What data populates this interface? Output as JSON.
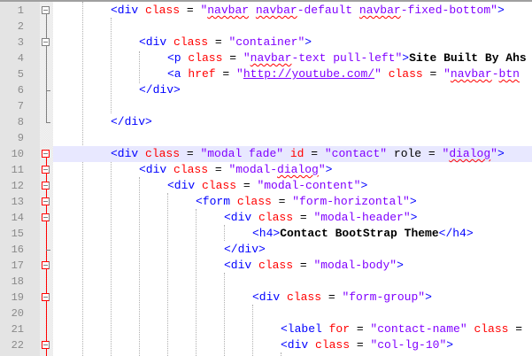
{
  "editor": {
    "current_line": 10,
    "colors": {
      "tag": "#0000ff",
      "attribute": "#ff0000",
      "string": "#8000ff",
      "text": "#000000",
      "current_line_bg": "#e8e8ff",
      "gutter_bg": "#e4e4e4",
      "fold_active": "#ff0000",
      "fold_inactive": "#808080"
    },
    "lines": [
      {
        "n": "1",
        "indent": 2,
        "fold": "open"
      },
      {
        "n": "2",
        "indent": 0,
        "fold": "line"
      },
      {
        "n": "3",
        "indent": 3,
        "fold": "open"
      },
      {
        "n": "4",
        "indent": 4,
        "fold": "line"
      },
      {
        "n": "5",
        "indent": 4,
        "fold": "line"
      },
      {
        "n": "6",
        "indent": 3,
        "fold": "end"
      },
      {
        "n": "7",
        "indent": 0,
        "fold": "line"
      },
      {
        "n": "8",
        "indent": 2,
        "fold": "end"
      },
      {
        "n": "9",
        "indent": 0,
        "fold": "none"
      },
      {
        "n": "10",
        "indent": 2,
        "fold": "open-active"
      },
      {
        "n": "11",
        "indent": 3,
        "fold": "open-child"
      },
      {
        "n": "12",
        "indent": 4,
        "fold": "open-child"
      },
      {
        "n": "13",
        "indent": 5,
        "fold": "open-child"
      },
      {
        "n": "14",
        "indent": 6,
        "fold": "open-child"
      },
      {
        "n": "15",
        "indent": 7,
        "fold": "active-line"
      },
      {
        "n": "16",
        "indent": 6,
        "fold": "active-end"
      },
      {
        "n": "17",
        "indent": 6,
        "fold": "open-child"
      },
      {
        "n": "18",
        "indent": 0,
        "fold": "active-line"
      },
      {
        "n": "19",
        "indent": 7,
        "fold": "open-child"
      },
      {
        "n": "20",
        "indent": 0,
        "fold": "active-line"
      },
      {
        "n": "21",
        "indent": 8,
        "fold": "active-line"
      },
      {
        "n": "22",
        "indent": 8,
        "fold": "open-child"
      }
    ],
    "code": {
      "l1": {
        "t1": "<div ",
        "a1": "class",
        "e1": " = ",
        "s1a": "\"",
        "s1b": "navbar",
        "s1c": " ",
        "s1d": "navbar",
        "s1e": "-default ",
        "s1f": "navbar",
        "s1g": "-fixed-bottom\"",
        "t2": ">"
      },
      "l3": {
        "t1": "<div ",
        "a1": "class",
        "e1": " = ",
        "s1": "\"container\"",
        "t2": ">"
      },
      "l4": {
        "t1": "<p ",
        "a1": "class",
        "e1": " = ",
        "s1a": "\"",
        "s1b": "navbar",
        "s1c": "-text pull-left\"",
        "t2": ">",
        "x1": "Site Built By Ahs"
      },
      "l5": {
        "t1": "<a ",
        "a1": "href",
        "e1": " = ",
        "s1a": "\"",
        "s1b": "http://youtube.com/",
        "s1c": "\"",
        "a2": " class",
        "e2": " = ",
        "s2a": "\"",
        "s2b": "navbar",
        "s2c": "-",
        "s2d": "btn"
      },
      "l6": {
        "t1": "</div>"
      },
      "l8": {
        "t1": "</div>"
      },
      "l10": {
        "t1": "<div ",
        "a1": "class",
        "e1": " = ",
        "s1": "\"modal fade\"",
        "a2": " id",
        "e2": " = ",
        "s2": "\"contact\"",
        "a3": " role",
        "e3": " = ",
        "s3a": "\"",
        "s3b": "dialog",
        "s3c": "\"",
        "t2": ">"
      },
      "l11": {
        "t1": "<div ",
        "a1": "class",
        "e1": " = ",
        "s1a": "\"modal-",
        "s1b": "dialog",
        "s1c": "\"",
        "t2": ">"
      },
      "l12": {
        "t1": "<div ",
        "a1": "class",
        "e1": " = ",
        "s1": "\"modal-content\"",
        "t2": ">"
      },
      "l13": {
        "t1": "<form ",
        "a1": "class",
        "e1": " = ",
        "s1": "\"form-horizontal\"",
        "t2": ">"
      },
      "l14": {
        "t1": "<div ",
        "a1": "class",
        "e1": " = ",
        "s1": "\"modal-header\"",
        "t2": ">"
      },
      "l15": {
        "t1": "<h4>",
        "x1": "Contact BootStrap Theme",
        "t2": "</h4>"
      },
      "l16": {
        "t1": "</div>"
      },
      "l17": {
        "t1": "<div ",
        "a1": "class",
        "e1": " = ",
        "s1": "\"modal-body\"",
        "t2": ">"
      },
      "l19": {
        "t1": "<div ",
        "a1": "class",
        "e1": " = ",
        "s1": "\"form-group\"",
        "t2": ">"
      },
      "l21": {
        "t1": "<label ",
        "a1": "for",
        "e1": " = ",
        "s1": "\"contact-name\"",
        "a2": " class",
        "e2": " = "
      },
      "l22": {
        "t1": "<div ",
        "a1": "class",
        "e1": " = ",
        "s1": "\"col-lg-10\"",
        "t2": ">"
      }
    }
  }
}
